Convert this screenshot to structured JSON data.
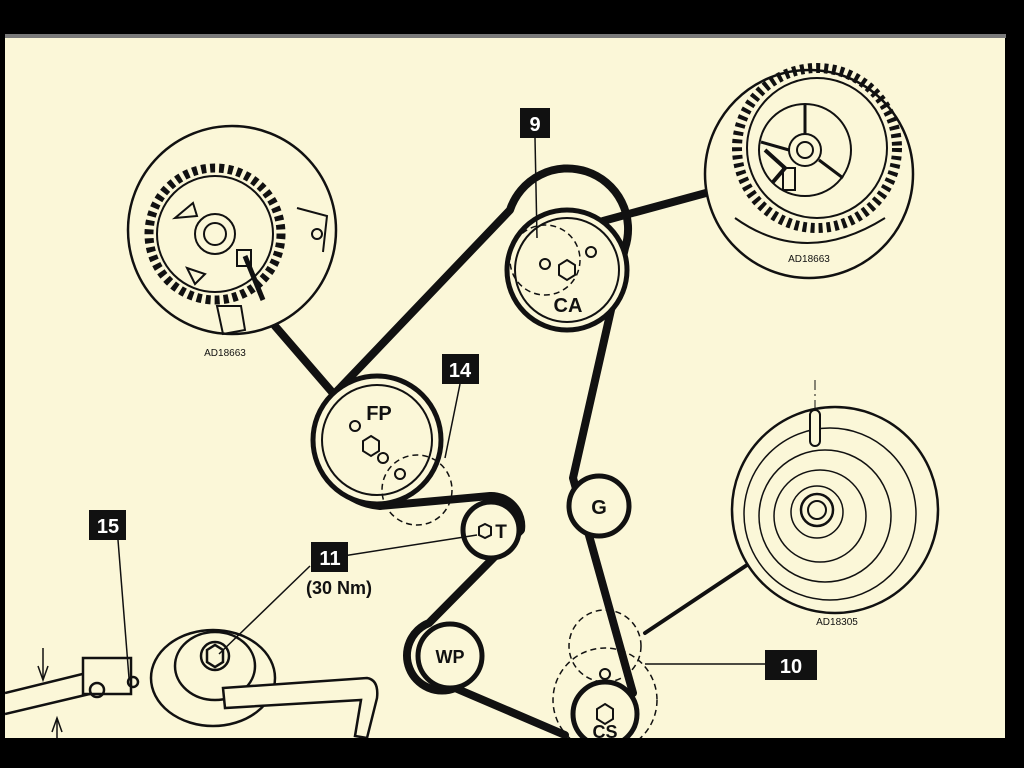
{
  "colors": {
    "background": "#fbf7d8",
    "frame": "#000000",
    "line": "#111111",
    "callout_box": "#111111",
    "callout_text": "#ffffff"
  },
  "callouts": [
    "9",
    "14",
    "15",
    "11",
    "10"
  ],
  "torque_note": "(30 Nm)",
  "pulleys": {
    "camshaft": "CA",
    "fuel_pump": "FP",
    "guide": "G",
    "tensioner": "T",
    "water_pump": "WP",
    "crankshaft": "CS"
  },
  "figure_refs": [
    "AD18663",
    "AD18663",
    "AD18305"
  ]
}
